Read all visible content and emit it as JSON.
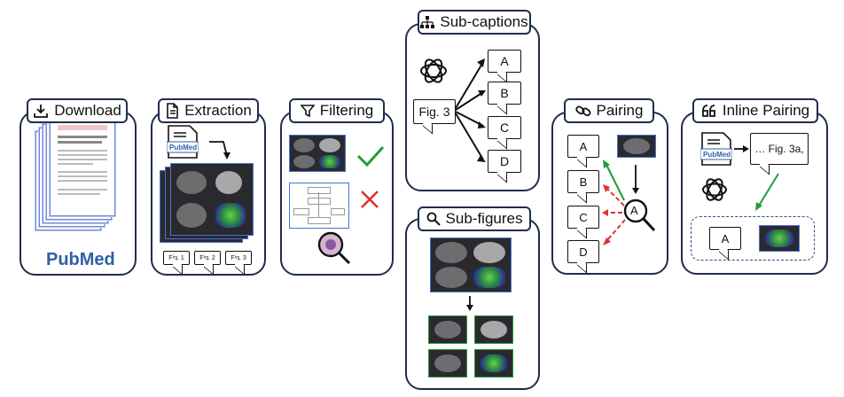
{
  "steps": {
    "download": {
      "label": "Download",
      "icon": "download-icon",
      "logo": "PubMed"
    },
    "extraction": {
      "label": "Extraction",
      "icon": "document-icon",
      "logo": "PubMed",
      "fig_labels": [
        "Fig. 1",
        "Fig. 2",
        "Fig. 3"
      ]
    },
    "filtering": {
      "label": "Filtering",
      "icon": "filter-icon"
    },
    "subcaptions": {
      "label": "Sub-captions",
      "icon": "hierarchy-icon",
      "source": "Fig. 3",
      "items": [
        "A",
        "B",
        "C",
        "D"
      ]
    },
    "subfigures": {
      "label": "Sub-figures",
      "icon": "magnifier-icon"
    },
    "pairing": {
      "label": "Pairing",
      "icon": "link-icon",
      "items": [
        "A",
        "B",
        "C",
        "D"
      ],
      "center": "A"
    },
    "inline": {
      "label": "Inline Pairing",
      "icon": "quote-icon",
      "logo": "PubMed",
      "caption": "… Fig. 3a,",
      "match": "A"
    }
  },
  "colors": {
    "frame": "#1f2d4d",
    "accent_blue": "#4a6fd6",
    "correct_green": "#1f9c3c",
    "wrong_red": "#e03030"
  }
}
